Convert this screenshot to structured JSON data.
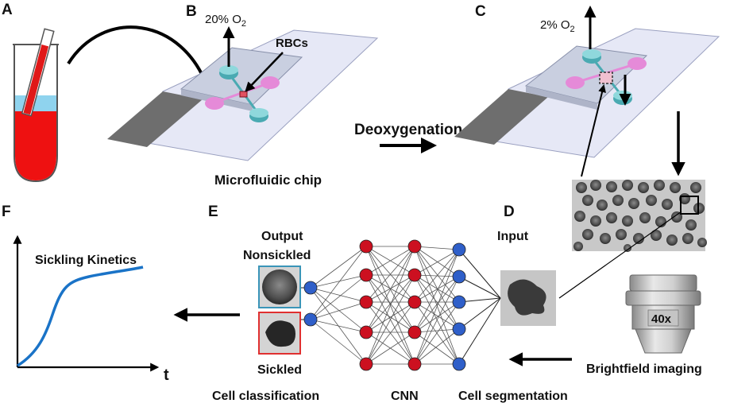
{
  "panels": {
    "a": "A",
    "b": "B",
    "c": "C",
    "d": "D",
    "e": "E",
    "f": "F"
  },
  "panel_b": {
    "oxygen_label": "20% O",
    "oxygen_subscript": "2",
    "rbc_label": "RBCs",
    "chip_caption": "Microfluidic chip"
  },
  "panel_c": {
    "oxygen_label": "2% O",
    "oxygen_subscript": "2"
  },
  "process": {
    "deoxygenation_label": "Deoxygenation"
  },
  "panel_d": {
    "input_label": "Input",
    "objective_label": "40x",
    "imaging_label": "Brightfield imaging",
    "segmentation_label": "Cell segmentation"
  },
  "panel_e": {
    "output_label": "Output",
    "nonsickled_label": "Nonsickled",
    "sickled_label": "Sickled",
    "classification_label": "Cell classification",
    "cnn_label": "CNN"
  },
  "panel_f": {
    "curve_title": "Sickling Kinetics",
    "x_axis_label": "t"
  },
  "colors": {
    "blood_red": "#ee1111",
    "plasma_blue": "#8fd3ee",
    "chip_glass": "#c9cfe0",
    "slide": "#e6e8f6",
    "slide_end": "#6e6e6e",
    "reservoir_teal": "#4aaab2",
    "reservoir_pink": "#e58ad8",
    "input_node": "#2f5fc9",
    "hidden_node": "#cc1020",
    "kinetics_curve": "#1a73c7",
    "nonsickled_border": "#3a95b8",
    "sickled_border": "#e03030"
  }
}
